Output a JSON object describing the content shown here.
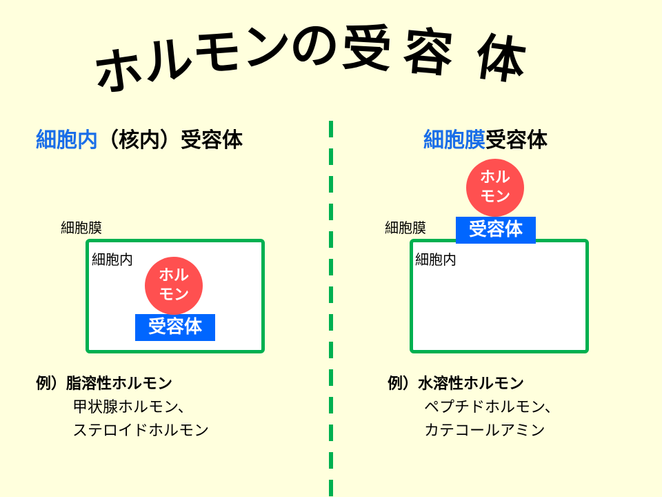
{
  "title": [
    "ホ",
    "ル",
    "モ",
    "ン",
    "の",
    "受",
    "容",
    "体"
  ],
  "left": {
    "heading_blue": "細胞内",
    "heading_rest": "（核内）受容体",
    "membrane_label": "細胞膜",
    "inside_label": "細胞内",
    "hormone": [
      "ホル",
      "モン"
    ],
    "receptor": "受容体",
    "example_head": "例）脂溶性ホルモン",
    "examples": [
      "甲状腺ホルモン、",
      "ステロイドホルモン"
    ]
  },
  "right": {
    "heading_blue": "細胞膜",
    "heading_rest": "受容体",
    "membrane_label": "細胞膜",
    "inside_label": "細胞内",
    "hormone": [
      "ホル",
      "モン"
    ],
    "receptor": "受容体",
    "example_head": "例）水溶性ホルモン",
    "examples": [
      "ペプチドホルモン、",
      "カテコールアミン"
    ]
  },
  "colors": {
    "background": "#FFFFDD",
    "green": "#00B050",
    "blue": "#0066FF",
    "red": "#FF5050"
  }
}
